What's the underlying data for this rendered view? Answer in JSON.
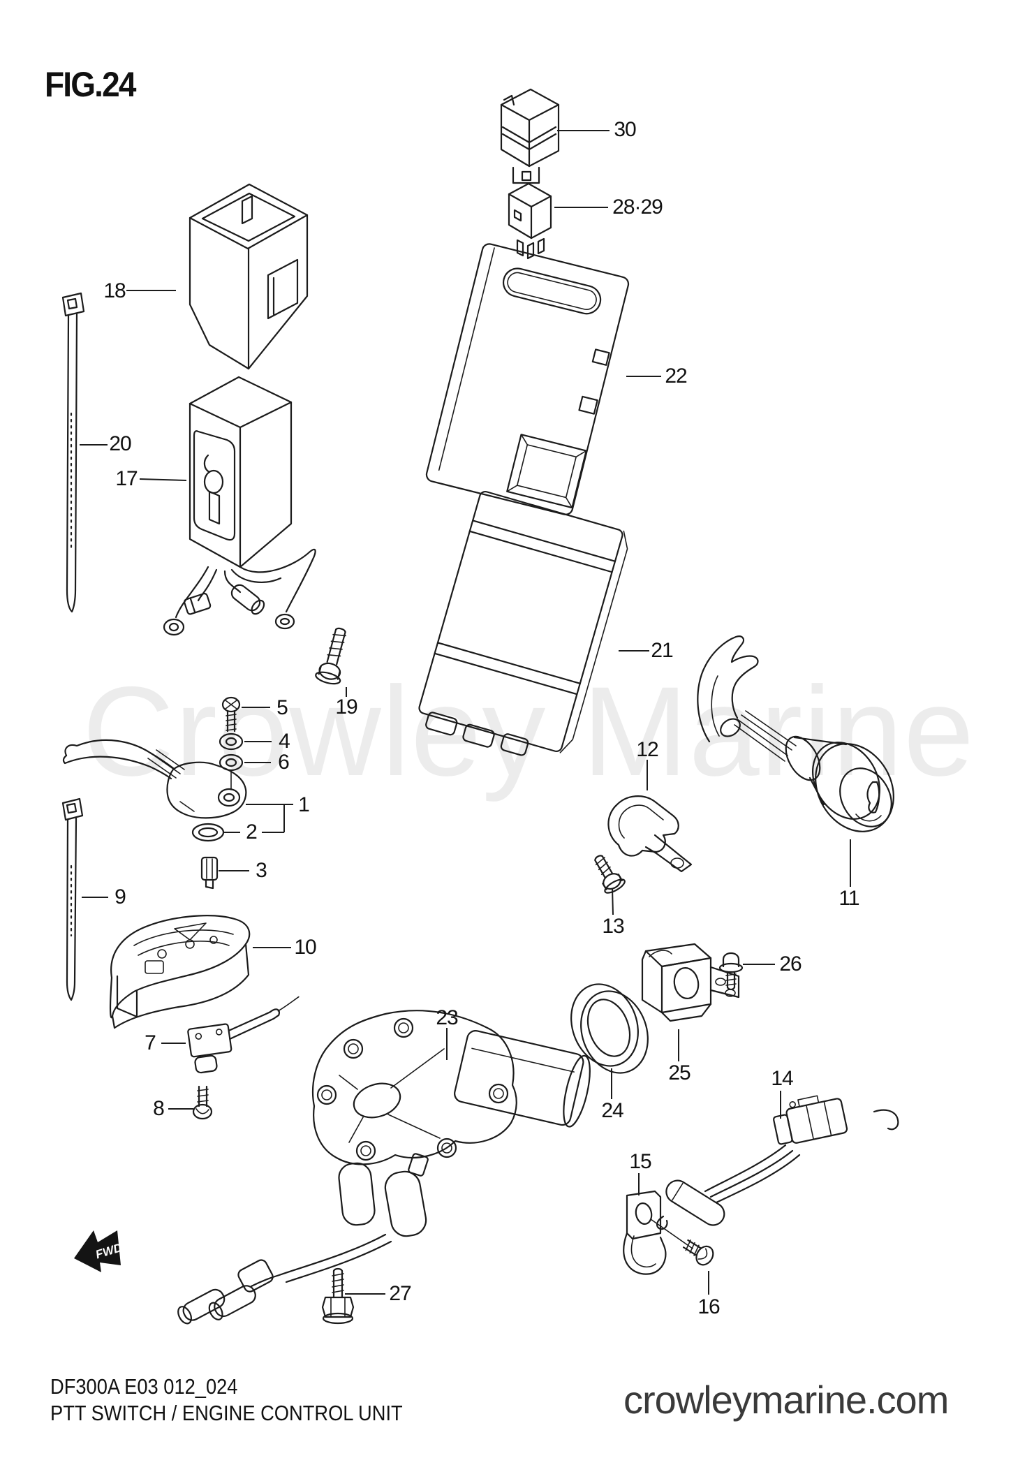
{
  "figure_title": "FIG.24",
  "watermark_text": "Crowley Marine",
  "fwd_arrow": {
    "label": "FWD"
  },
  "footer": {
    "drawing_code": "DF300A E03 012_024",
    "figure_caption": "PTT SWITCH / ENGINE CONTROL UNIT",
    "website": "crowleymarine.com"
  },
  "colors": {
    "line": "#1b1b1b",
    "label": "#111111",
    "watermark": "#ececec",
    "website_text": "#3a3a3a",
    "fwd_bg": "#141414",
    "fwd_text": "#ffffff"
  },
  "callouts": [
    {
      "label": "1"
    },
    {
      "label": "2"
    },
    {
      "label": "3"
    },
    {
      "label": "4"
    },
    {
      "label": "5"
    },
    {
      "label": "6"
    },
    {
      "label": "7"
    },
    {
      "label": "8"
    },
    {
      "label": "9"
    },
    {
      "label": "10"
    },
    {
      "label": "11"
    },
    {
      "label": "12"
    },
    {
      "label": "13"
    },
    {
      "label": "14"
    },
    {
      "label": "15"
    },
    {
      "label": "16"
    },
    {
      "label": "17"
    },
    {
      "label": "18"
    },
    {
      "label": "19"
    },
    {
      "label": "20"
    },
    {
      "label": "21"
    },
    {
      "label": "22"
    },
    {
      "label": "23"
    },
    {
      "label": "24"
    },
    {
      "label": "25"
    },
    {
      "label": "26"
    },
    {
      "label": "27"
    },
    {
      "label": "28·29"
    },
    {
      "label": "30"
    }
  ]
}
